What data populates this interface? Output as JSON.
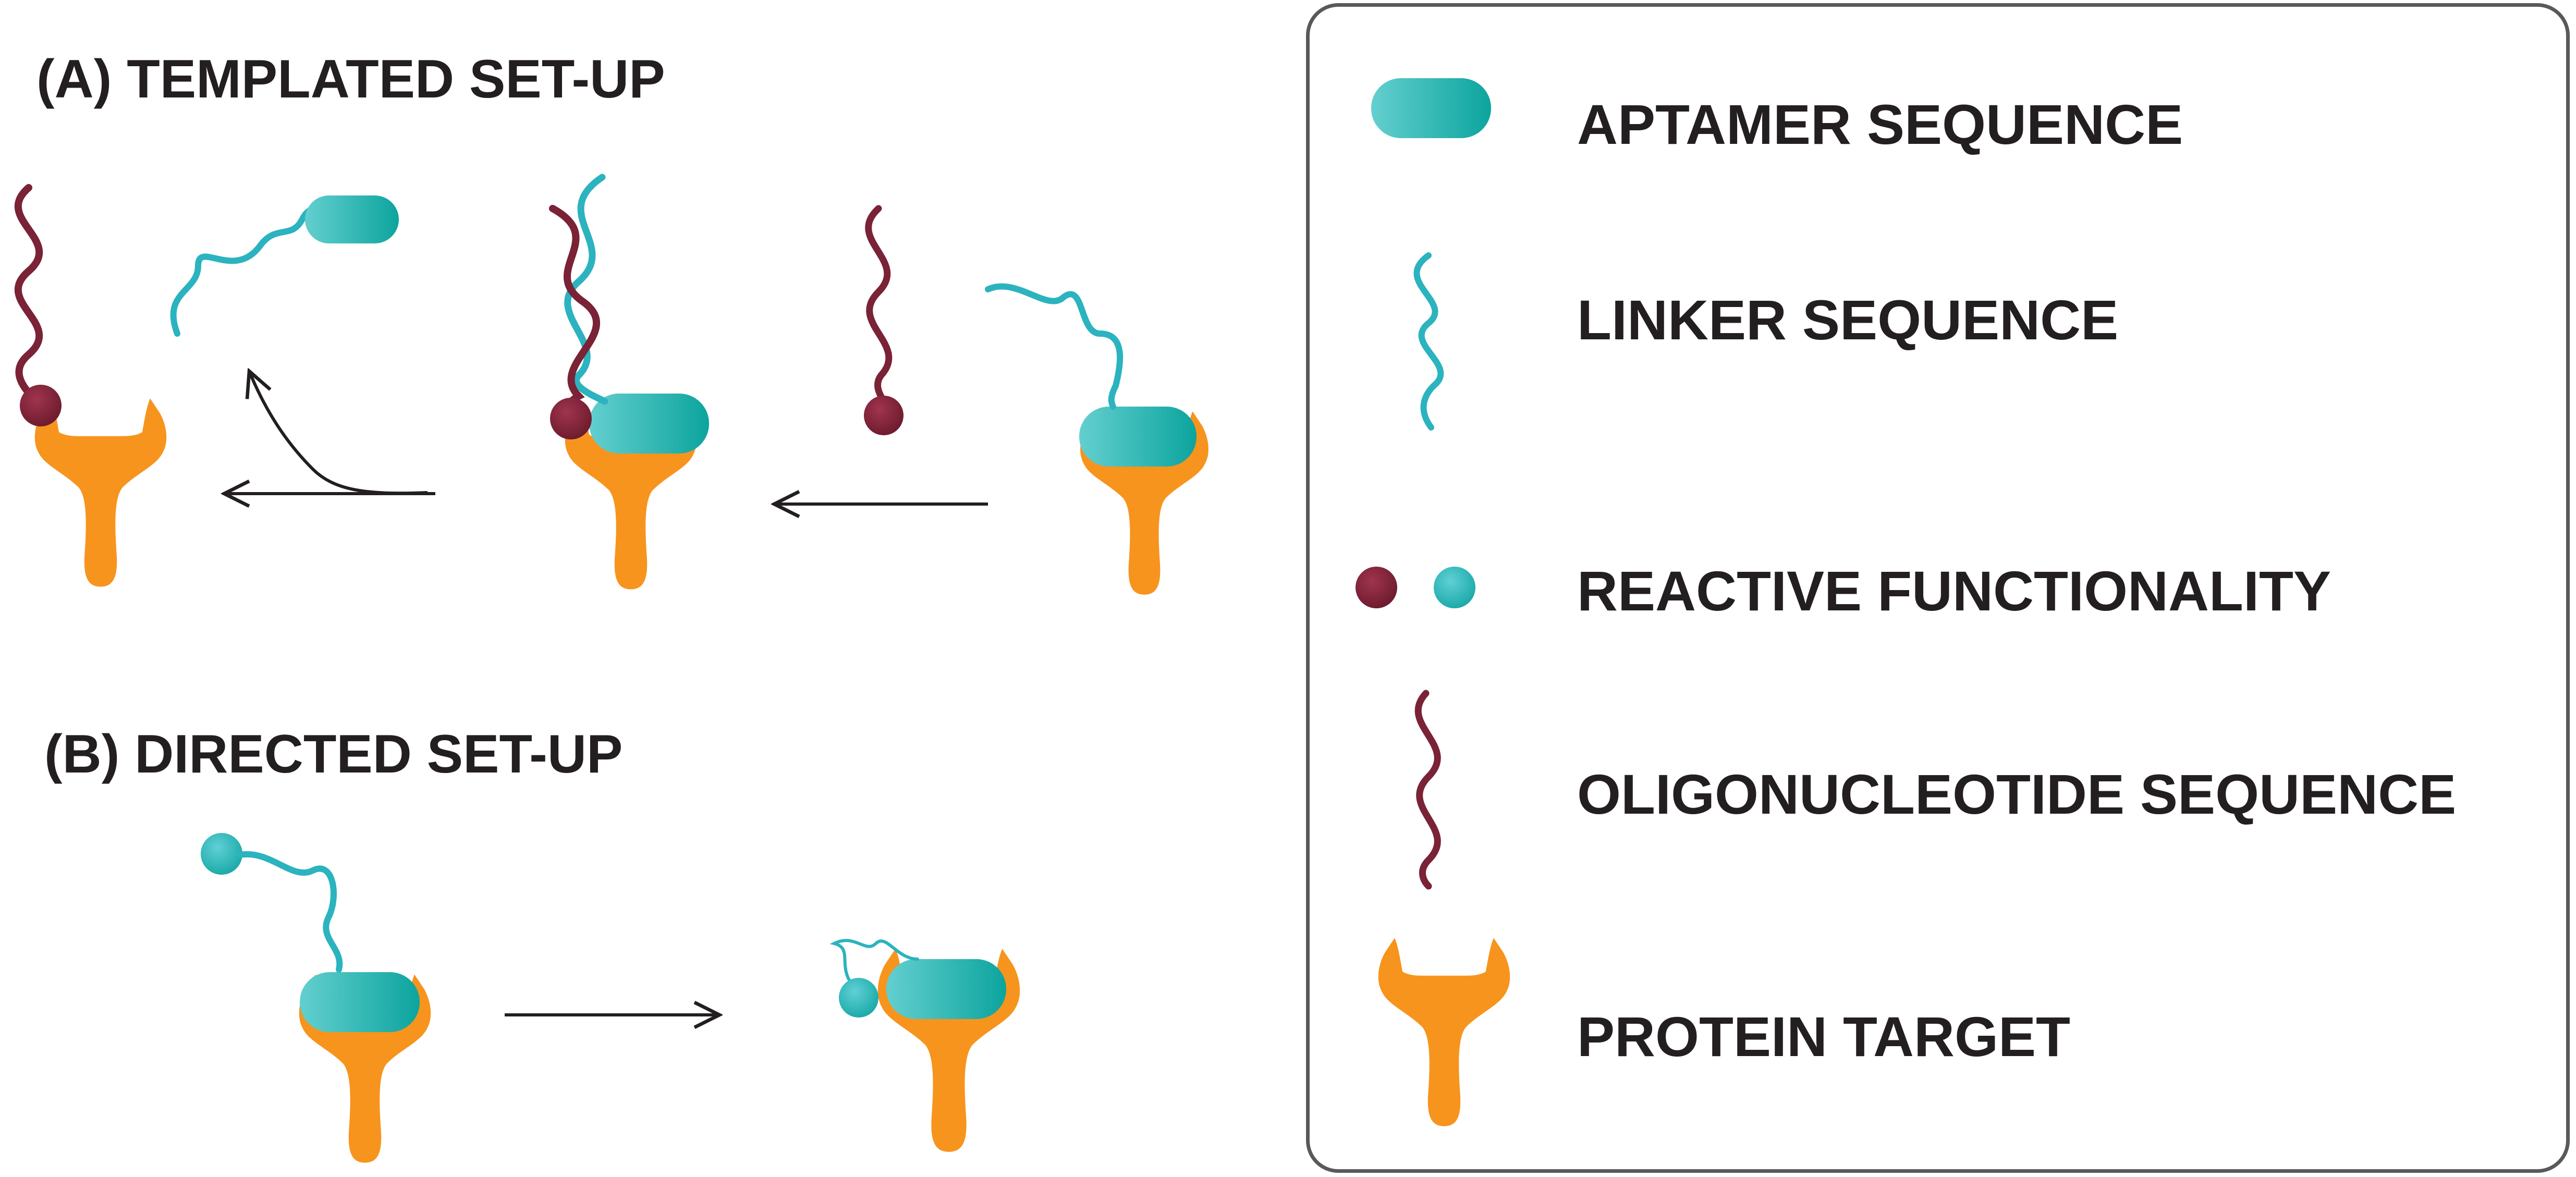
{
  "sections": {
    "templated": "(A) TEMPLATED SET-UP",
    "directed": "(B) DIRECTED SET-UP"
  },
  "legend": {
    "aptamer": "APTAMER SEQUENCE",
    "linker": "LINKER SEQUENCE",
    "reactive": "REACTIVE FUNCTIONALITY",
    "oligo": "OLIGONUCLEOTIDE SEQUENCE",
    "protein": "PROTEIN TARGET"
  },
  "colors": {
    "protein": "#f7941d",
    "aptamer": "#1aafa6",
    "linker": "#2bb3bf",
    "oligo": "#7a2236",
    "arrow": "#231f20",
    "border": "#58595b"
  }
}
